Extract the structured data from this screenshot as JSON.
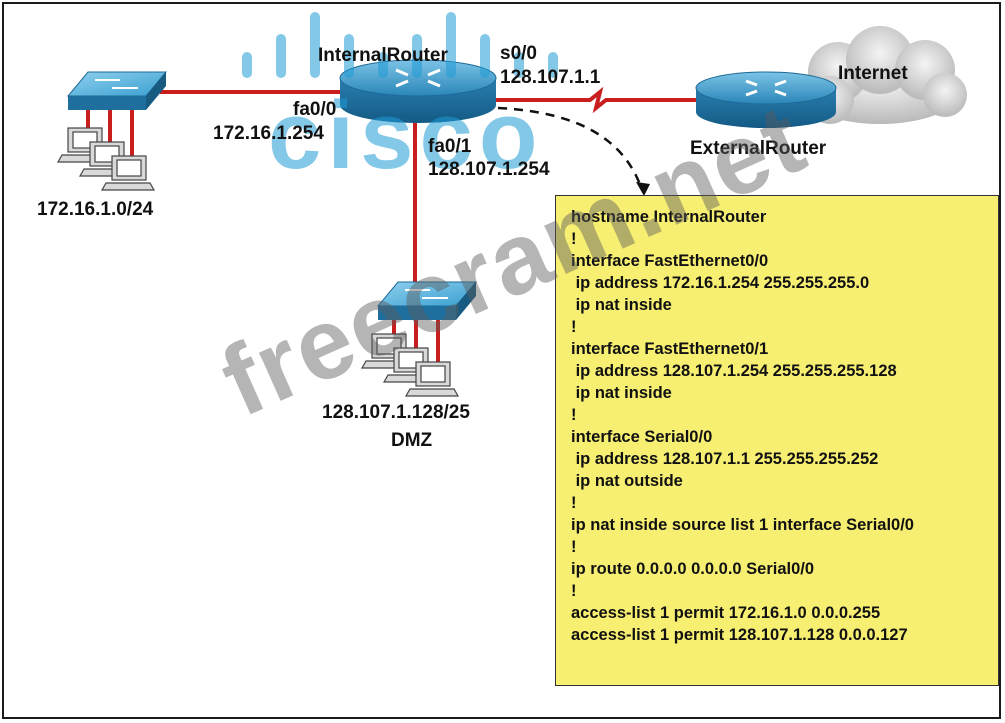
{
  "devices": {
    "internal_router": "InternalRouter",
    "external_router": "ExternalRouter",
    "cloud": "Internet",
    "lan_subnet": "172.16.1.0/24",
    "dmz_subnet": "128.107.1.128/25",
    "dmz_name": "DMZ"
  },
  "interfaces": {
    "s0_0_name": "s0/0",
    "s0_0_ip": "128.107.1.1",
    "fa0_0_name": "fa0/0",
    "fa0_0_ip": "172.16.1.254",
    "fa0_1_name": "fa0/1",
    "fa0_1_ip": "128.107.1.254"
  },
  "config_lines": [
    "hostname InternalRouter",
    "!",
    "interface FastEthernet0/0",
    " ip address 172.16.1.254 255.255.255.0",
    " ip nat inside",
    "!",
    "interface FastEthernet0/1",
    " ip address 128.107.1.254 255.255.255.128",
    " ip nat inside",
    "!",
    "interface Serial0/0",
    " ip address 128.107.1.1 255.255.255.252",
    " ip nat outside",
    "!",
    "ip nat inside source list 1 interface Serial0/0",
    "!",
    "ip route 0.0.0.0 0.0.0.0 Serial0/0",
    "!",
    "access-list 1 permit 172.16.1.0 0.0.0.255",
    "access-list 1 permit 128.107.1.128 0.0.0.127"
  ],
  "watermark": {
    "logo_text": "cisco",
    "site_text": "freecram.net"
  },
  "colors": {
    "link": "#c81e1e",
    "router_blue": "#2f8fbf",
    "switch_blue": "#3aa0d0",
    "config_bg": "#f7ef72",
    "logo_blue": "#1f9ad6"
  }
}
